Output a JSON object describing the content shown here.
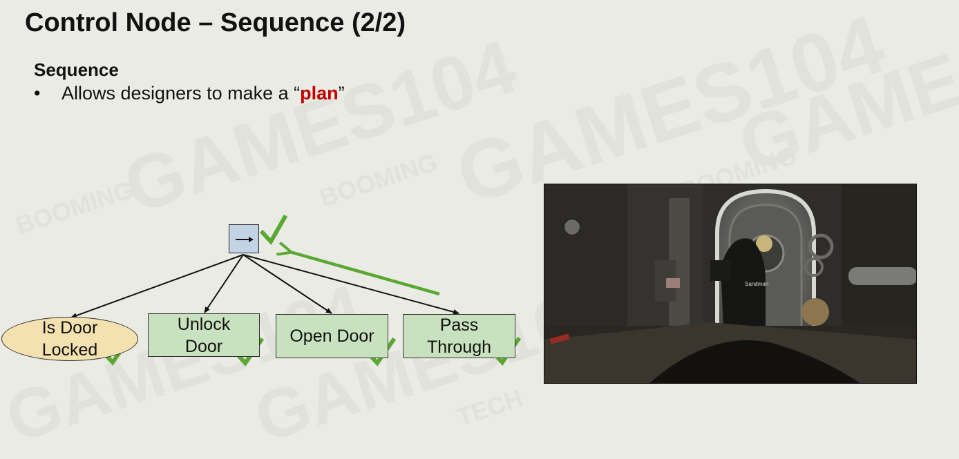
{
  "slide": {
    "title": "Control Node – Sequence (2/2)",
    "subheading": "Sequence",
    "bullet": {
      "marker": "•",
      "before": "Allows designers to make a “",
      "highlight": "plan",
      "after": "”",
      "highlight_color": "#c00000"
    }
  },
  "diagram": {
    "root_symbol": "→",
    "nodes": [
      {
        "line1": "Is Door",
        "line2": "Locked",
        "shape": "ellipse",
        "fill": "#f4e1b0",
        "status": "success"
      },
      {
        "line1": "Unlock",
        "line2": "Door",
        "shape": "rect",
        "fill": "#c8e2bf",
        "status": "success"
      },
      {
        "line1": "Open Door",
        "line2": "",
        "shape": "rect",
        "fill": "#c8e2bf",
        "status": "success"
      },
      {
        "line1": "Pass",
        "line2": "Through",
        "shape": "rect",
        "fill": "#c8e2bf",
        "status": "success"
      }
    ],
    "root_status": "success",
    "root_fill": "#c3d3e6",
    "check_color": "#5aa832",
    "return_arrow_color": "#5aa832"
  },
  "video": {
    "name_tag": "Sandman"
  },
  "watermark": {
    "text": "GAMES104",
    "brand_line1": "BOOMING",
    "brand_line2": "TECH"
  }
}
